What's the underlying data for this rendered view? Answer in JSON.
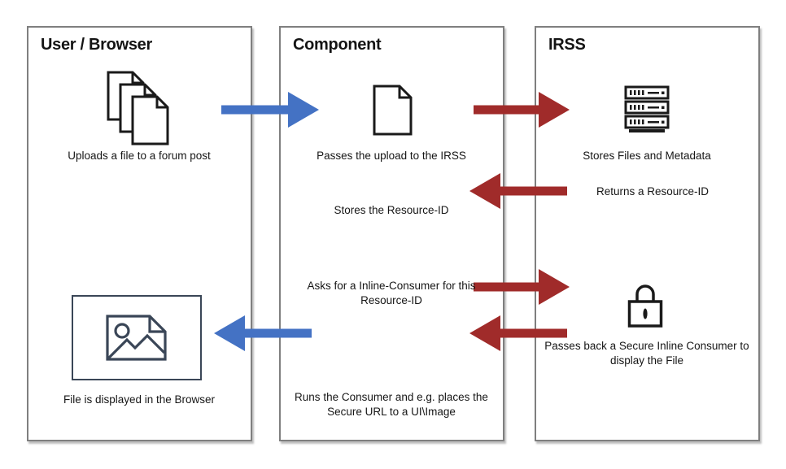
{
  "diagram": {
    "columns": [
      {
        "title": "User / Browser"
      },
      {
        "title": "Component"
      },
      {
        "title": "IRSS"
      }
    ],
    "labels": {
      "uploads": "Uploads a file to a forum post",
      "passes_upload": "Passes the upload to the IRSS",
      "stores_files": "Stores Files and Metadata",
      "returns_resource_id": "Returns a Resource-ID",
      "stores_resource_id": "Stores the Resource-ID",
      "asks_inline_consumer": "Asks for a Inline-Consumer for this Resource-ID",
      "passes_back": "Passes back a Secure Inline Consumer to display the File",
      "runs_consumer": "Runs the Consumer and e.g. places the Secure URL to a UI\\Image",
      "file_displayed": "File is displayed in the Browser"
    },
    "icons": {
      "files_stack": "files-stack-icon",
      "file": "file-icon",
      "server": "server-stack-icon",
      "lock": "lock-icon",
      "image_placeholder": "image-placeholder-icon"
    },
    "colors": {
      "arrow_blue": "#4472C4",
      "arrow_red": "#A02B2A",
      "box_border": "#7F7F7F",
      "icon_black": "#1A1A1A",
      "icon_slate": "#3A4657"
    }
  }
}
